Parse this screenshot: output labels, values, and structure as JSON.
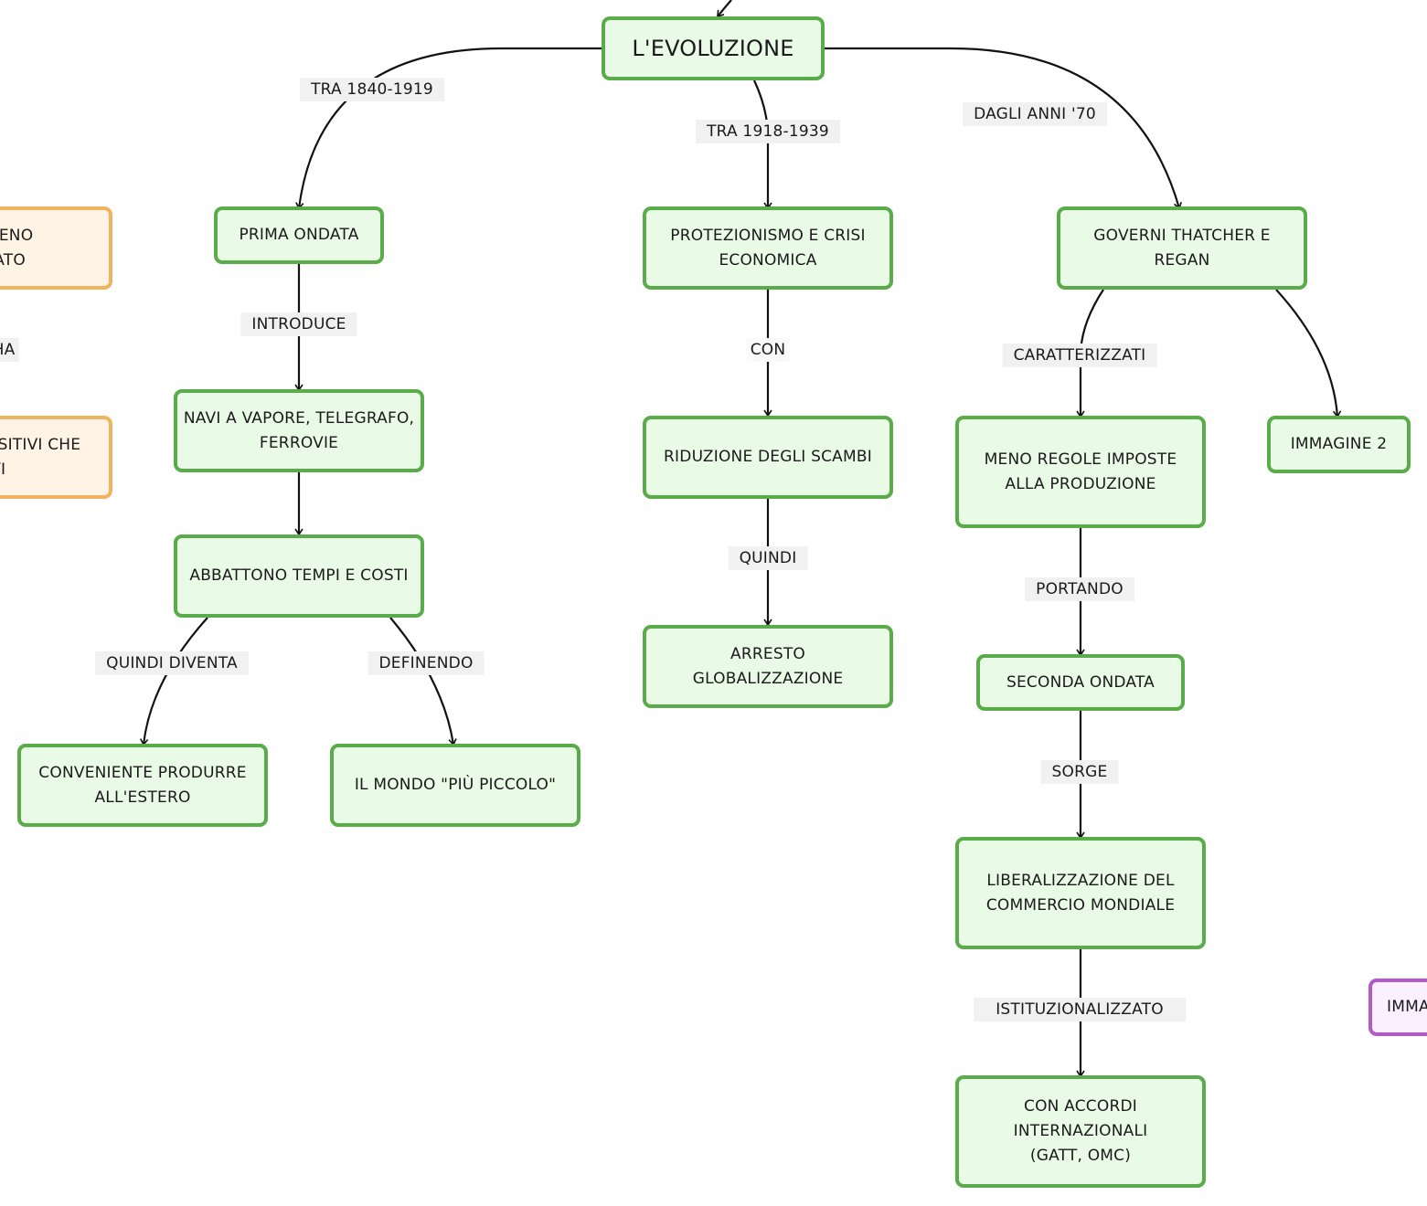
{
  "nodes": {
    "root": "L'EVOLUZIONE",
    "prima_ondata": "PRIMA ONDATA",
    "navi": "NAVI A VAPORE, TELEGRAFO, FERROVIE",
    "abbattono": "ABBATTONO TEMPI E COSTI",
    "conveniente": "CONVENIENTE PRODURRE ALL'ESTERO",
    "mondo": "IL MONDO \"PIÙ PICCOLO\"",
    "protezionismo": "PROTEZIONISMO E CRISI ECONOMICA",
    "riduzione": "RIDUZIONE DEGLI SCAMBI",
    "arresto": "ARRESTO GLOBALIZZAZIONE",
    "governi": "GOVERNI THATCHER E REGAN",
    "meno_regole": "MENO REGOLE IMPOSTE ALLA PRODUZIONE",
    "immagine2": "IMMAGINE 2",
    "seconda": "SECONDA ONDATA",
    "liberalizzazione": "LIBERALIZZAZIONE DEL COMMERCIO MONDIALE",
    "accordi": "CON ACCORDI INTERNAZIONALI (GATT, OMC)",
    "partial_top_left": "MENO\nTATO",
    "partial_mid_left": "OSITIVI CHE\nIVI",
    "partial_right": "IMMA"
  },
  "edge_labels": {
    "tra_1840": "TRA 1840-1919",
    "tra_1918": "TRA 1918-1939",
    "dagli_70": "DAGLI ANNI '70",
    "introduce": "INTRODUCE",
    "quindi_diventa": "QUINDI DIVENTA",
    "definendo": "DEFINENDO",
    "con": "CON",
    "quindi": "QUINDI",
    "caratterizzati": "CARATTERIZZATI",
    "portando": "PORTANDO",
    "sorge": "SORGE",
    "istituzionalizzato": "ISTITUZIONALIZZATO",
    "partial_ha": "HA"
  },
  "colors": {
    "node_border": "#5aac4a",
    "node_fill": "#e9fbe6",
    "orange_border": "#f0b461",
    "purple_border": "#b45ac8",
    "label_fill": "#f1f1f1"
  }
}
